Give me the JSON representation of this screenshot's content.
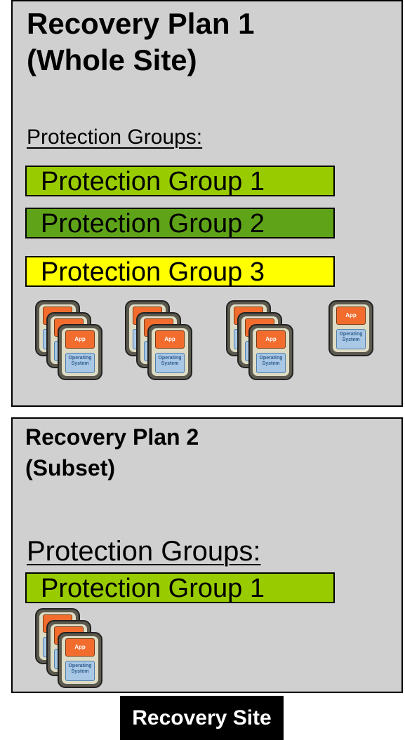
{
  "plans": [
    {
      "title_line1": "Recovery Plan 1",
      "title_line2": "(Whole Site)",
      "pg_heading": "Protection Groups:",
      "groups": [
        {
          "label": "Protection Group 1",
          "color": "#99cc00"
        },
        {
          "label": "Protection Group 2",
          "color": "#5fa319"
        },
        {
          "label": "Protection Group 3",
          "color": "#ffff00"
        }
      ],
      "vm_stack_sizes": [
        3,
        3,
        3,
        1
      ]
    },
    {
      "title_line1": "Recovery Plan 2",
      "title_line2": "(Subset)",
      "pg_heading": "Protection Groups:",
      "groups": [
        {
          "label": "Protection Group 1",
          "color": "#99cc00"
        }
      ],
      "vm_stack_sizes": [
        3
      ]
    }
  ],
  "vm_icon": {
    "app_label": "App",
    "os_label_line1": "Operating",
    "os_label_line2": "System"
  },
  "site_label": "Recovery Site"
}
